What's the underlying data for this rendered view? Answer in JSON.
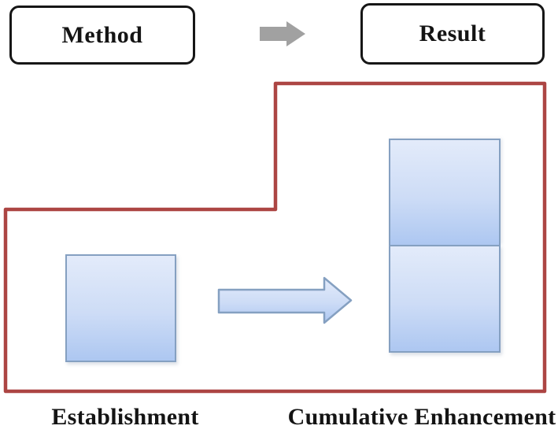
{
  "figure": {
    "flow": {
      "method_label": "Method",
      "result_label": "Result"
    },
    "captions": {
      "establishment": "Establishment",
      "cumulative_enhancement": "Cumulative Enhancement"
    },
    "icons": {
      "gray_flow_arrow": "right-block-arrow",
      "blue_growth_arrow": "right-block-arrow"
    },
    "colors": {
      "red_outline": "#ac4543",
      "black_border": "#161616",
      "gray_arrow": "#a1a1a1",
      "blue_border": "#85a0c1",
      "blue_fill_light": "#e3ebfa",
      "blue_fill_dark": "#adc7f1",
      "text_color": "#141414",
      "background": "#ffffff"
    }
  }
}
